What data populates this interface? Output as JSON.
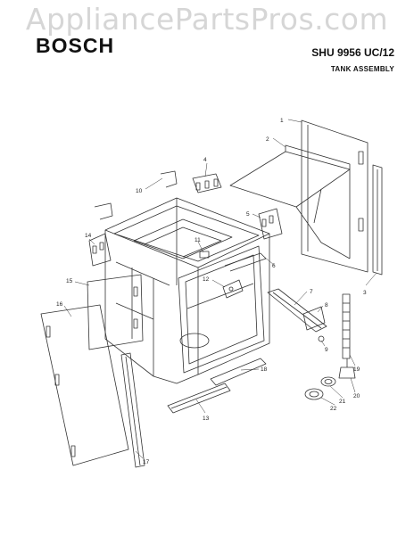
{
  "watermark": "AppliancePartsPros.com",
  "brand": "BOSCH",
  "model": "SHU 9956 UC/12",
  "section_title": "TANK ASSEMBLY",
  "callouts": [
    "1",
    "2",
    "3",
    "4",
    "5",
    "6",
    "7",
    "8",
    "9",
    "10",
    "11",
    "12",
    "13",
    "14",
    "15",
    "16",
    "17",
    "18",
    "19",
    "20",
    "21",
    "22"
  ]
}
